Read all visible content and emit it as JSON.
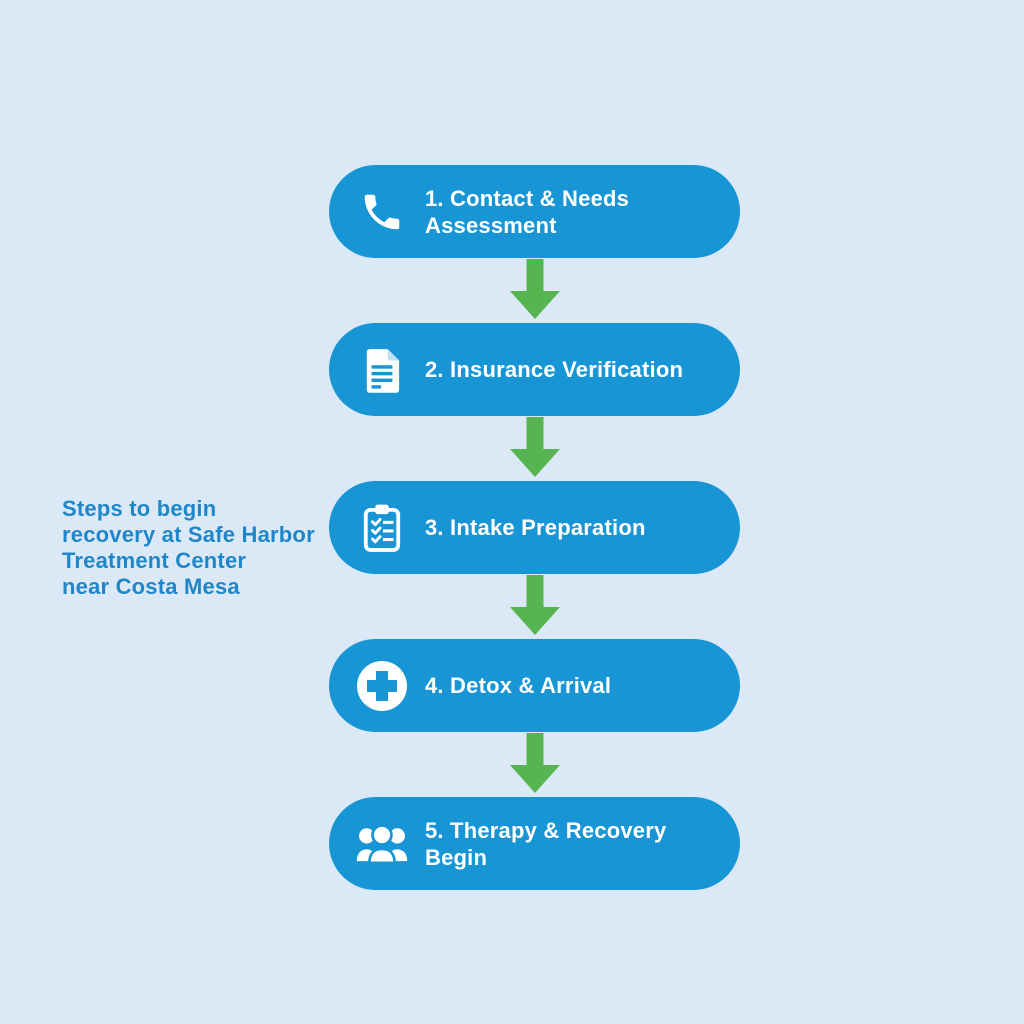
{
  "background_color": "#dbe9f7",
  "colors": {
    "pill_blue": "#1895d5",
    "arrow_green": "#57b551",
    "caption_blue": "#1f87c9",
    "icon_white": "#ffffff"
  },
  "caption": {
    "text": "Steps to begin\nrecovery at Safe Harbor\nTreatment Center\nnear Costa Mesa"
  },
  "flow": {
    "steps": [
      {
        "label": "1. Contact & Needs Assessment",
        "icon": "phone-icon"
      },
      {
        "label": "2. Insurance Verification",
        "icon": "document-icon"
      },
      {
        "label": "3. Intake Preparation",
        "icon": "clipboard-checklist-icon"
      },
      {
        "label": "4. Detox & Arrival",
        "icon": "medical-cross-icon"
      },
      {
        "label": "5. Therapy & Recovery Begin",
        "icon": "people-group-icon"
      }
    ],
    "connector": "down-arrow"
  }
}
